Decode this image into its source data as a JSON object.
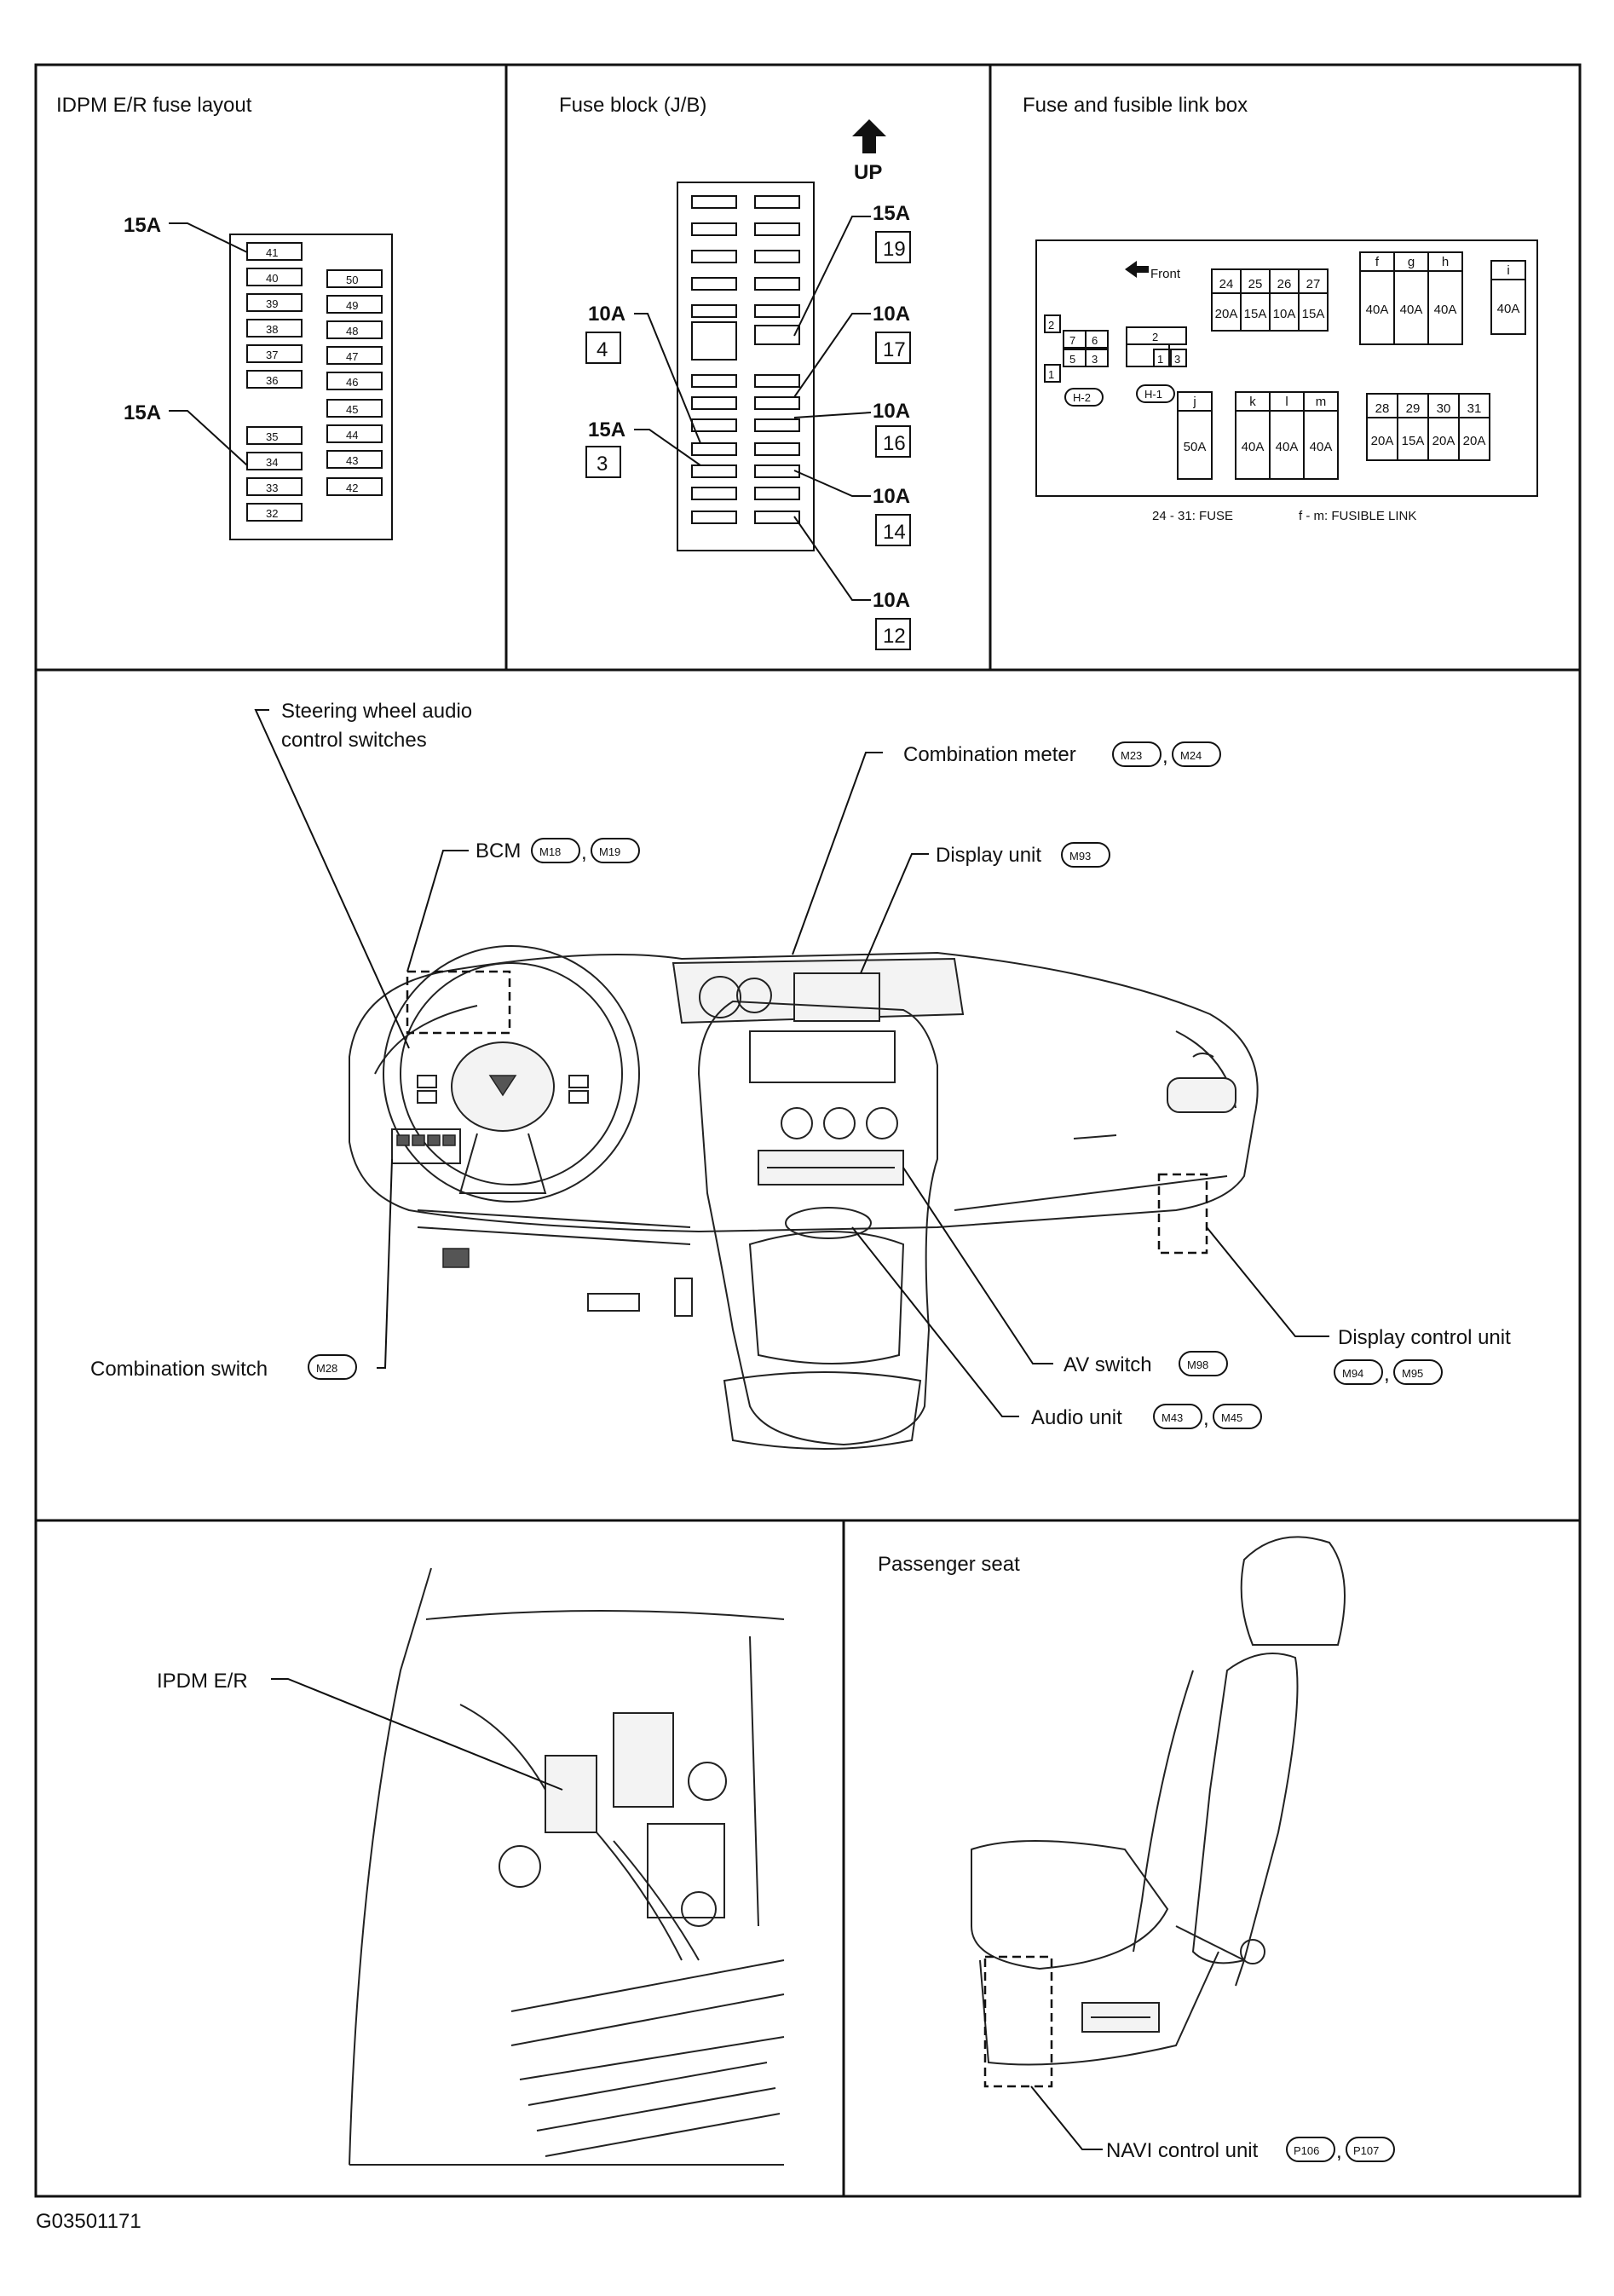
{
  "figure_code": "G03501171",
  "panels": {
    "ipdm_fuse_layout": {
      "title": "IDPM E/R fuse layout",
      "left_column": [
        "41",
        "40",
        "39",
        "38",
        "37",
        "36",
        "35",
        "34",
        "33",
        "32"
      ],
      "right_column": [
        "50",
        "49",
        "48",
        "47",
        "46",
        "45",
        "44",
        "43",
        "42"
      ],
      "callouts": [
        {
          "amp": "15A",
          "fuse": "41"
        },
        {
          "amp": "15A",
          "fuse": "34"
        }
      ]
    },
    "fuse_block": {
      "title": "Fuse block (J/B)",
      "up_label": "UP",
      "callouts": [
        {
          "amp": "15A",
          "number": "19"
        },
        {
          "amp": "10A",
          "number": "4"
        },
        {
          "amp": "10A",
          "number": "17"
        },
        {
          "amp": "10A",
          "number": "16"
        },
        {
          "amp": "15A",
          "number": "3"
        },
        {
          "amp": "10A",
          "number": "14"
        },
        {
          "amp": "10A",
          "number": "12"
        }
      ]
    },
    "fusible_link_box": {
      "title": "Fuse and fusible link box",
      "front_label": "Front",
      "group_a": {
        "numbers": [
          "24",
          "25",
          "26",
          "27"
        ],
        "amps": [
          "20A",
          "15A",
          "10A",
          "15A"
        ]
      },
      "group_b": {
        "letters": [
          "f",
          "g",
          "h"
        ],
        "amps": [
          "40A",
          "40A",
          "40A"
        ]
      },
      "group_c": {
        "letters": [
          "i"
        ],
        "amps": [
          "40A"
        ]
      },
      "group_j": {
        "letters": [
          "j"
        ],
        "amps": [
          "50A"
        ]
      },
      "group_k": {
        "letters": [
          "k",
          "l",
          "m"
        ],
        "amps": [
          "40A",
          "40A",
          "40A"
        ]
      },
      "group_d": {
        "numbers": [
          "28",
          "29",
          "30",
          "31"
        ],
        "amps": [
          "20A",
          "15A",
          "20A",
          "20A"
        ]
      },
      "relay_left": {
        "cells": [
          "2",
          "7",
          "6",
          "5",
          "3",
          "1"
        ],
        "tag": "H-2"
      },
      "relay_right": {
        "cells": [
          "2",
          "1",
          "3"
        ],
        "tag": "H-1"
      },
      "legend_fuse": "24 - 31: FUSE",
      "legend_link": "f - m: FUSIBLE LINK"
    },
    "dashboard": {
      "labels": {
        "steering_1": "Steering wheel audio",
        "steering_2": "control switches",
        "combination_meter": "Combination meter",
        "bcm": "BCM",
        "display_unit": "Display unit",
        "combination_switch": "Combination switch",
        "av_switch": "AV switch",
        "audio_unit": "Audio unit",
        "display_control_unit": "Display control unit"
      },
      "connectors": {
        "combination_meter": [
          "M23",
          "M24"
        ],
        "bcm": [
          "M18",
          "M19"
        ],
        "display_unit": [
          "M93"
        ],
        "combination_switch": [
          "M28"
        ],
        "av_switch": [
          "M98"
        ],
        "audio_unit": [
          "M43",
          "M45"
        ],
        "display_control_unit": [
          "M94",
          "M95"
        ]
      }
    },
    "engine_room": {
      "label": "IPDM E/R"
    },
    "passenger_seat": {
      "title": "Passenger seat",
      "label": "NAVI control unit",
      "connectors": [
        "P106",
        "P107"
      ]
    }
  }
}
